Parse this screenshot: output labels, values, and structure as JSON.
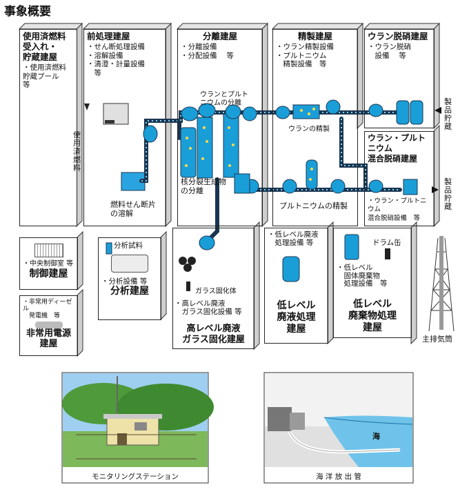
{
  "title": "事象概要",
  "buildings": {
    "storage": {
      "name": "使用済燃料\n受入れ・\n貯蔵建屋",
      "items": "・使用済燃料\n貯蔵プール\n等"
    },
    "pretreat": {
      "name": "前処理建屋",
      "items": "・せん断処理設備\n・溶解設備\n・清澄・計量設備\n　等"
    },
    "separation": {
      "name": "分離建屋",
      "items": "・分離設備\n・分配設備　 等"
    },
    "purification": {
      "name": "精製建屋",
      "items": "・ウラン精製設備\n・プルトニウム\n　精製設備　等"
    },
    "uranium_denitration": {
      "name": "ウラン脱硝建屋",
      "items": "・ウラン脱硝\n　設備　 等"
    },
    "mixed_denitration": {
      "name": "ウラン・プルトニウム\n混合脱硝建屋",
      "items": "・ウラン・プルトニウム\n混合脱硝設備　等"
    }
  },
  "lower": {
    "control": {
      "items": "・中央制御室 等",
      "name": "制御建屋"
    },
    "analysis": {
      "sample": "分析試料",
      "items": "・分析設備 等",
      "name": "分析建屋"
    },
    "emergency": {
      "items": "・非常用ディーゼル\n　発電機　等",
      "name": "非常用電源\n建屋"
    },
    "vitrification": {
      "glass": "ガラス固化体",
      "items": "・高レベル廃液\n　ガラス固化設備 等",
      "name": "高レベル廃液\nガラス固化建屋"
    },
    "low_liquid": {
      "items": "・低レベル廃液\n　処理設備 等",
      "name": "低レベル\n廃液処理\n建屋"
    },
    "low_solid": {
      "drum": "ドラム缶",
      "items": "・低レベル\n　固体廃棄物\n　処理設備　等",
      "name": "低レベル\n廃棄物処理\n建屋"
    },
    "stack": {
      "name": "主排気筒"
    }
  },
  "process_labels": {
    "spent_fuel": "使用済燃料",
    "fuel_dissolution": "燃料せん断片\nの溶解",
    "u_pu_separation": "ウランとプルト\nニウムの分離",
    "fission_products": "核分裂生成物\nの分離",
    "u_purification": "ウランの精製",
    "pu_purification": "プルトニウムの精製",
    "product_storage_1": "製品貯蔵",
    "product_storage_2": "製品貯蔵"
  },
  "photos": {
    "monitoring": "モニタリングステーション",
    "sea": "海",
    "outfall": "海 洋 放 出 管"
  },
  "colors": {
    "process_blue": "#1a9ed8",
    "pipe_dark": "#1b3550",
    "tank_blue": "#2aa4e0"
  }
}
